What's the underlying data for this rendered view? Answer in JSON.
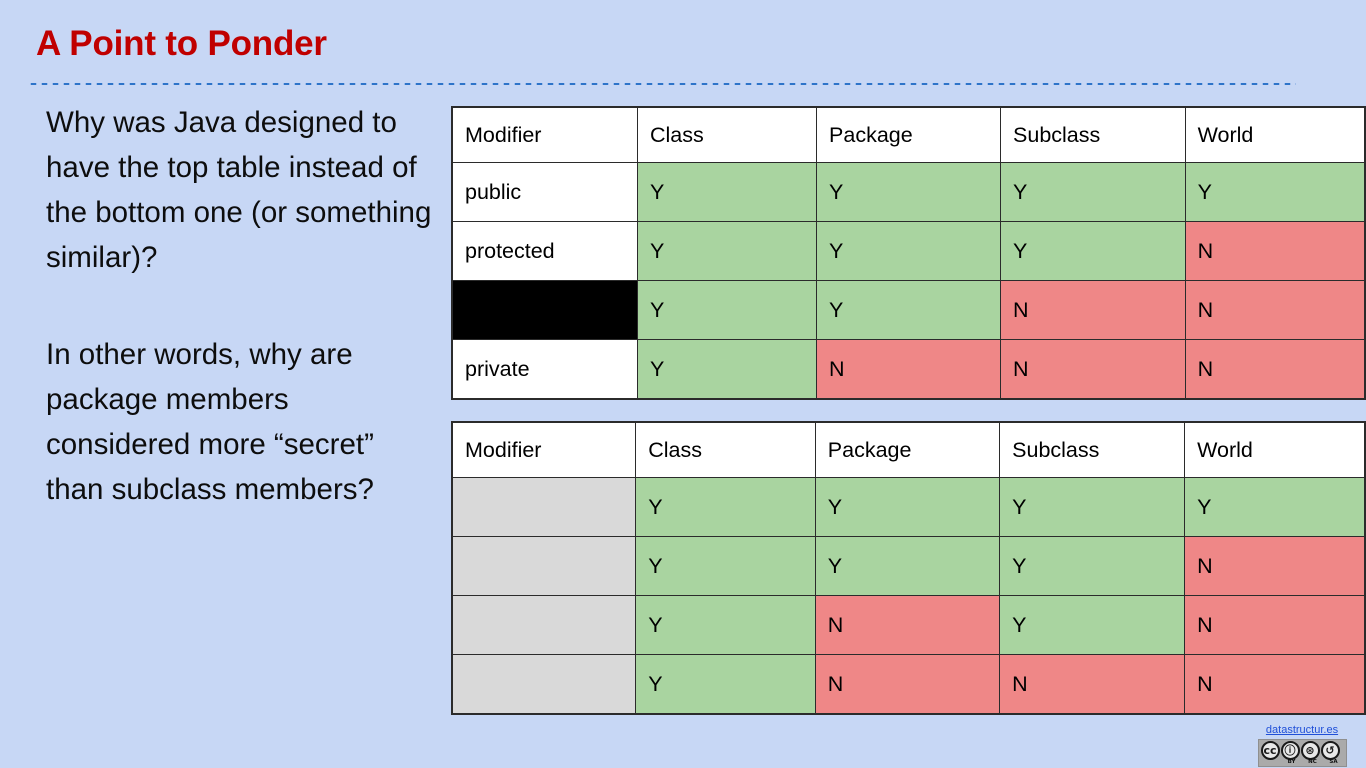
{
  "slide": {
    "title": "A Point to Ponder",
    "background_color": "#c7d7f5",
    "title_color": "#c00000",
    "rule_color": "#2e74c9"
  },
  "questions": {
    "paragraph_1": "Why was Java designed to have the top table instead of the bottom one (or something similar)?",
    "paragraph_2": "In other words, why are package members considered more “secret” than subclass members?"
  },
  "colors": {
    "yes_cell": "#a9d4a0",
    "no_cell": "#ef8787",
    "blank_cell": "#d9d9d9",
    "redacted_cell": "#000000",
    "border": "#2b2b2b"
  },
  "table_top": {
    "name": "access-modifier-table-top",
    "headers": [
      "Modifier",
      "Class",
      "Package",
      "Subclass",
      "World"
    ],
    "rows": [
      {
        "modifier": "public",
        "modifier_state": "text",
        "values": [
          "Y",
          "Y",
          "Y",
          "Y"
        ]
      },
      {
        "modifier": "protected",
        "modifier_state": "text",
        "values": [
          "Y",
          "Y",
          "Y",
          "N"
        ]
      },
      {
        "modifier": "",
        "modifier_state": "redacted",
        "values": [
          "Y",
          "Y",
          "N",
          "N"
        ]
      },
      {
        "modifier": "private",
        "modifier_state": "text",
        "values": [
          "Y",
          "N",
          "N",
          "N"
        ]
      }
    ]
  },
  "table_bottom": {
    "name": "access-modifier-table-bottom",
    "headers": [
      "Modifier",
      "Class",
      "Package",
      "Subclass",
      "World"
    ],
    "rows": [
      {
        "modifier": "",
        "modifier_state": "blank",
        "values": [
          "Y",
          "Y",
          "Y",
          "Y"
        ]
      },
      {
        "modifier": "",
        "modifier_state": "blank",
        "values": [
          "Y",
          "Y",
          "Y",
          "N"
        ]
      },
      {
        "modifier": "",
        "modifier_state": "blank",
        "values": [
          "Y",
          "N",
          "Y",
          "N"
        ]
      },
      {
        "modifier": "",
        "modifier_state": "blank",
        "values": [
          "Y",
          "N",
          "N",
          "N"
        ]
      }
    ]
  },
  "footer": {
    "link_text": "datastructur.es",
    "license": {
      "name": "cc-by-nc-sa-badge",
      "marks": [
        "cc",
        "ⓘ",
        "⊛",
        "↺"
      ],
      "labels": [
        "BY",
        "NC",
        "SA"
      ]
    }
  }
}
